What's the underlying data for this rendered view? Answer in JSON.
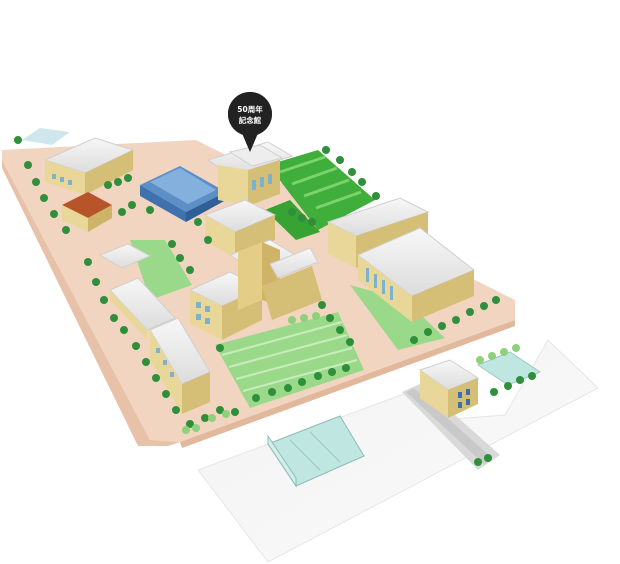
{
  "map": {
    "pins": [
      {
        "id": "memorial-hall",
        "label_line1": "50周年",
        "label_line2": "記念館"
      }
    ]
  },
  "colors": {
    "ground": "#f2d5c0",
    "lawn": "#8fd17a",
    "field": "#3fae3a",
    "tree": "#2f8f3a",
    "roof": "#ededed",
    "wall_tan": "#e9d79a",
    "pin": "#222222",
    "parking_lot": "#ebebeb"
  }
}
